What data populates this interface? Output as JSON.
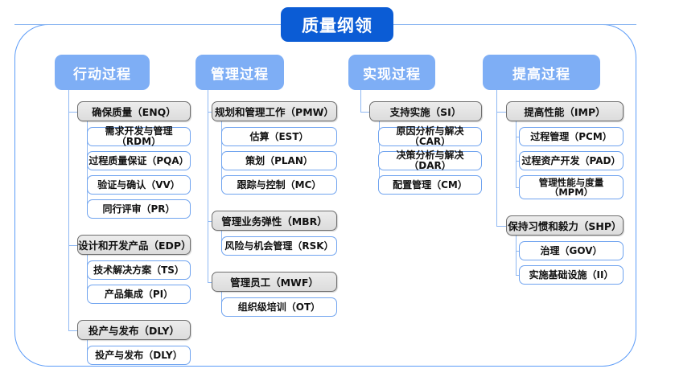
{
  "title": "质量纲领",
  "colors": {
    "title_bg": "#0b5cd5",
    "header_bg": "#7eaef5",
    "frame_border": "#5b9bf8",
    "connector": "#8fb8f2",
    "category_border": "#6e6e6e",
    "item_border": "#6fa3ef"
  },
  "columns": [
    {
      "header": "行动过程",
      "groups": [
        {
          "category": "确保质量（ENQ）",
          "items": [
            "需求开发与管理（RDM）",
            "过程质量保证（PQA）",
            "验证与确认（VV）",
            "同行评审（PR）"
          ]
        },
        {
          "category": "设计和开发产品（EDP）",
          "items": [
            "技术解决方案（TS）",
            "产品集成（PI）"
          ]
        },
        {
          "category": "投产与发布（DLY）",
          "items": [
            "投产与发布（DLY）"
          ]
        }
      ]
    },
    {
      "header": "管理过程",
      "groups": [
        {
          "category": "规划和管理工作（PMW）",
          "items": [
            "估算（EST）",
            "策划（PLAN）",
            "跟踪与控制（MC）"
          ]
        },
        {
          "category": "管理业务弹性（MBR）",
          "items": [
            "风险与机会管理（RSK）"
          ]
        },
        {
          "category": "管理员工（MWF）",
          "items": [
            "组织级培训（OT）"
          ]
        }
      ]
    },
    {
      "header": "实现过程",
      "groups": [
        {
          "category": "支持实施（SI）",
          "items": [
            "原因分析与解决（CAR）",
            "决策分析与解决（DAR）",
            "配置管理（CM）"
          ]
        }
      ]
    },
    {
      "header": "提高过程",
      "groups": [
        {
          "category": "提高性能（IMP）",
          "items": [
            "过程管理（PCM）",
            "过程资产开发（PAD）",
            "管理性能与度量\n（MPM）"
          ]
        },
        {
          "category": "保持习惯和毅力（SHP）",
          "items": [
            "治理（GOV）",
            "实施基础设施（II）"
          ]
        }
      ]
    }
  ]
}
